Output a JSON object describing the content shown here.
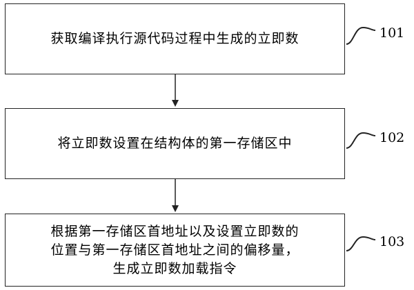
{
  "steps": [
    {
      "text": "获取编译执行源代码过程中生成的立即数",
      "label": "101"
    },
    {
      "text": "将立即数设置在结构体的第一存储区中",
      "label": "102"
    },
    {
      "text": "根据第一存储区首地址以及设置立即数的\n位置与第一存储区首地址之间的偏移量，\n生成立即数加载指令",
      "label": "103"
    }
  ]
}
